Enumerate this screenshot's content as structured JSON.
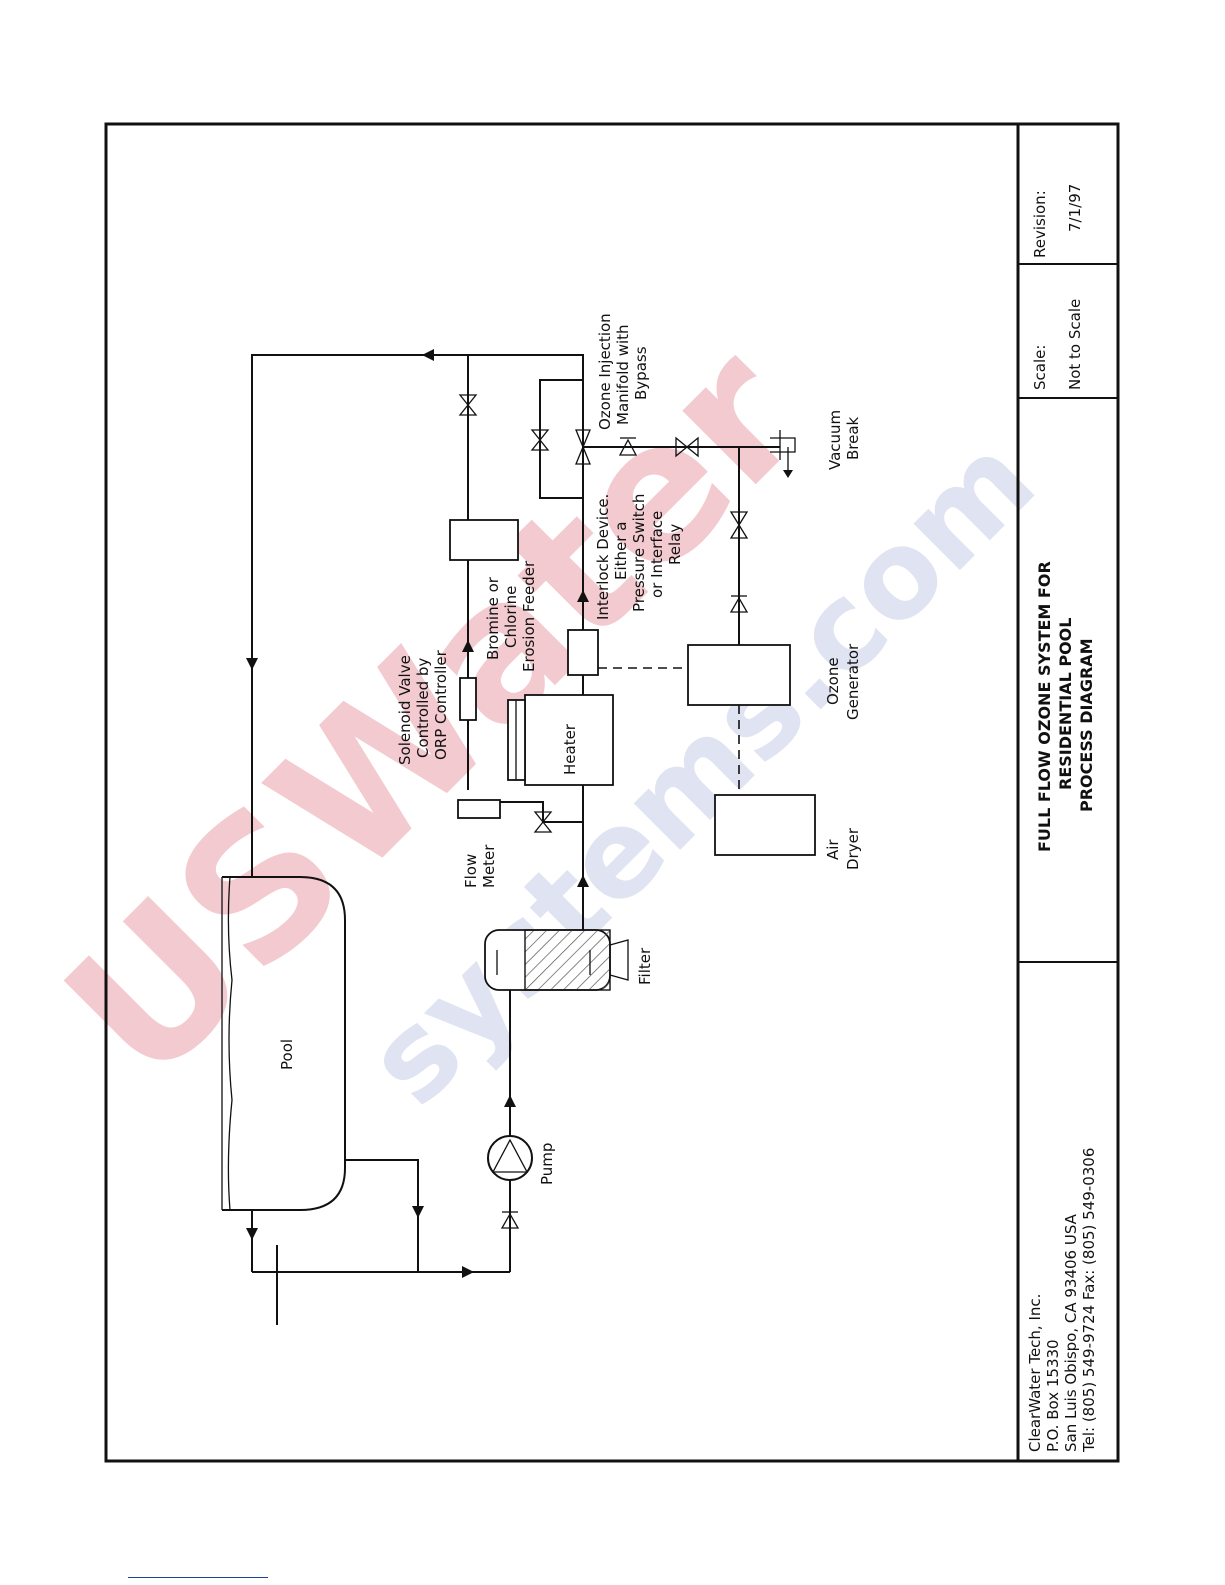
{
  "title_block": {
    "company": [
      "ClearWater Tech, Inc.",
      "P.O. Box 15330",
      "San Luis Obispo, CA 93406 USA",
      "Tel: (805) 549-9724  Fax: (805) 549-0306"
    ],
    "title": [
      "FULL FLOW OZONE SYSTEM FOR",
      "RESIDENTIAL POOL",
      "PROCESS  DIAGRAM"
    ],
    "scale_label": "Scale:",
    "scale_value": "Not to Scale",
    "revision_label": "Revision:",
    "revision_value": "7/1/97"
  },
  "watermark": {
    "main": "USWater",
    "sub": "systems.com",
    "main_color": "#e8a0a8",
    "sub_color": "#c7cde6"
  },
  "labels": {
    "pool": "Pool",
    "pump": "Pump",
    "filter": "Filter",
    "flow_meter": [
      "Flow",
      "Meter"
    ],
    "heater": "Heater",
    "solenoid": [
      "Solenoid Valve",
      "Controlled by",
      "ORP Controller"
    ],
    "feeder": [
      "Bromine or",
      "Chlorine",
      "Erosion Feeder"
    ],
    "interlock": [
      "Interlock Device.",
      "Either a",
      "Pressure Switch",
      "or Interface",
      "Relay"
    ],
    "injection": [
      "Ozone Injection",
      "Manifold with",
      "Bypass"
    ],
    "vacuum": [
      "Vacuum",
      "Break"
    ],
    "generator": [
      "Ozone",
      "Generator"
    ],
    "dryer": [
      "Air",
      "Dryer"
    ]
  }
}
